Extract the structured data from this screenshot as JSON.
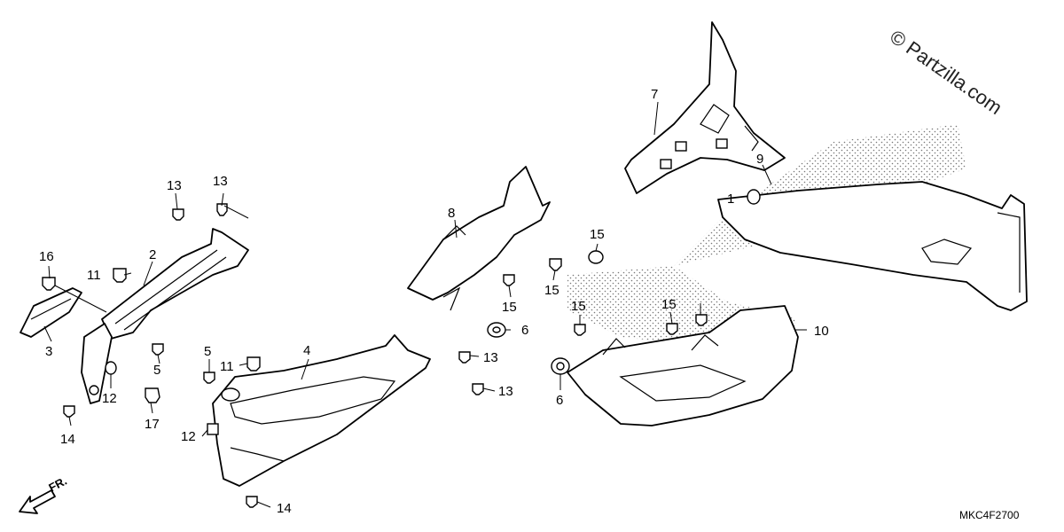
{
  "watermark": "© Partzilla.com",
  "diagram_code": "MKC4F2700",
  "direction_label": "FR.",
  "callouts": {
    "c1": "1",
    "c2": "2",
    "c3": "3",
    "c4": "4",
    "c5a": "5",
    "c5b": "5",
    "c6a": "6",
    "c6b": "6",
    "c7": "7",
    "c8": "8",
    "c9": "9",
    "c10": "10",
    "c11a": "11",
    "c11b": "11",
    "c12a": "12",
    "c12b": "12",
    "c13a": "13",
    "c13b": "13",
    "c13c": "13",
    "c13d": "13",
    "c14a": "14",
    "c14b": "14",
    "c15a": "15",
    "c15b": "15",
    "c15c": "15",
    "c15d": "15",
    "c15e": "15",
    "c16": "16",
    "c17": "17"
  }
}
